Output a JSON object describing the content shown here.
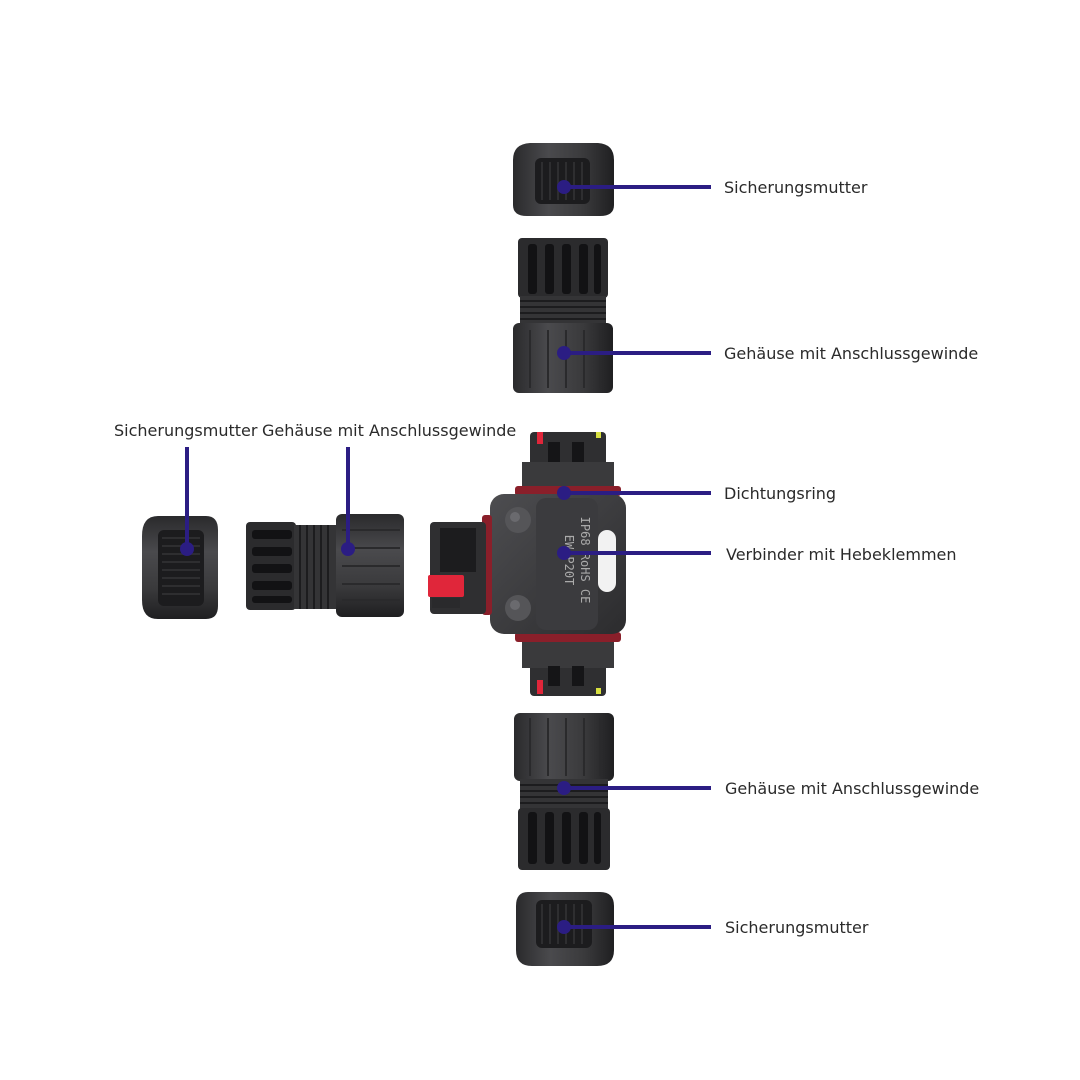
{
  "colors": {
    "leader_line": "#2b1d83",
    "part_body": "#3d3d3f",
    "part_shadow": "#1e1e20",
    "part_highlight": "#5a5a5d",
    "seal_ring": "#8a1f2a",
    "lever_red": "#e0263a"
  },
  "labels": {
    "top_nut": "Sicherungsmutter",
    "top_housing": "Gehäuse mit Anschlussgewinde",
    "seal_ring": "Dichtungsring",
    "connector": "Verbinder mit Hebeklemmen",
    "bottom_housing": "Gehäuse mit Anschlussgewinde",
    "bottom_nut": "Sicherungsmutter",
    "left_nut": "Sicherungsmutter",
    "left_housing": "Gehäuse mit Anschlussgewinde"
  },
  "connector_marking": {
    "line1": "IP68 RoHS CE",
    "line2": "EW-P20T"
  }
}
